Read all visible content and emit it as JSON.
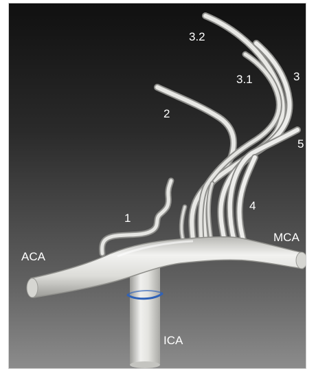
{
  "labels": {
    "branch_1": "1",
    "branch_2": "2",
    "branch_3": "3",
    "branch_3_1": "3.1",
    "branch_3_2": "3.2",
    "branch_4": "4",
    "branch_5": "5",
    "aca": "ACA",
    "mca": "MCA",
    "ica": "ICA"
  },
  "colors": {
    "background_top": "#101010",
    "background_bottom": "#8c8c8c",
    "vessel_light": "#ececea",
    "vessel_dark": "#a8a8a4",
    "ica_ring": "#2f62b8",
    "label_text": "#ffffff"
  }
}
